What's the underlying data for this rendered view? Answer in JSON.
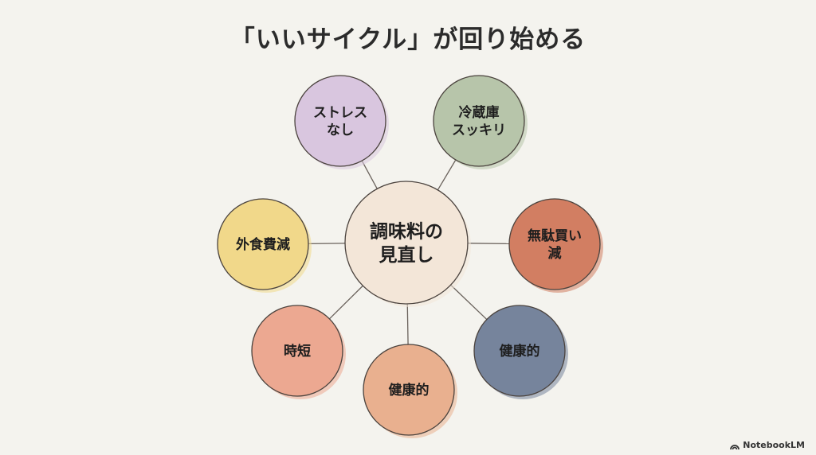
{
  "title": "「いいサイクル」が回り始める",
  "center": {
    "lines": [
      "調味料の",
      "見直し"
    ],
    "color": "#f3e6d8"
  },
  "nodes": [
    {
      "lines": [
        "ストレス",
        "なし"
      ],
      "color": "#d9c6df"
    },
    {
      "lines": [
        "冷蔵庫",
        "スッキリ"
      ],
      "color": "#b7c5aa"
    },
    {
      "lines": [
        "無駄買い",
        "減"
      ],
      "color": "#d27e62"
    },
    {
      "lines": [
        "健康的"
      ],
      "color": "#76849c"
    },
    {
      "lines": [
        "健康的"
      ],
      "color": "#e9b08f"
    },
    {
      "lines": [
        "時短"
      ],
      "color": "#eca891"
    },
    {
      "lines": [
        "外食費減"
      ],
      "color": "#f1d88a"
    }
  ],
  "brand": "NotebookLM"
}
